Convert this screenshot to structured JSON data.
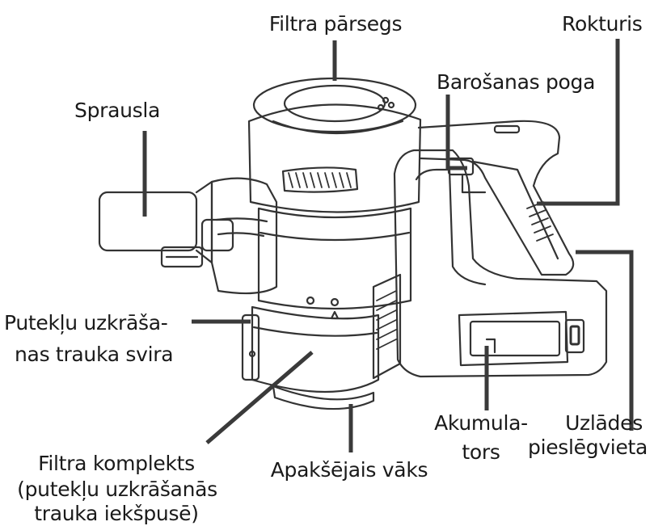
{
  "labels": {
    "filter_cover": "Filtra pārsegs",
    "handle": "Rokturis",
    "power_button": "Barošanas poga",
    "nozzle": "Sprausla",
    "dust_lever_1": "Putekļu uzkrāša-",
    "dust_lever_2": "nas trauka svira",
    "filter_kit_1": "Filtra komplekts",
    "filter_kit_2": "(putekļu uzkrāšanās",
    "filter_kit_3": "trauka iekšpusē)",
    "bottom_lid": "Apakšējais vāks",
    "battery_1": "Akumula-",
    "battery_2": "tors",
    "charging_1": "Uzlādes",
    "charging_2": "pieslēgvieta"
  },
  "colors": {
    "line": "#333333",
    "leader": "#3a3a3a",
    "text": "#1a1a1a"
  }
}
